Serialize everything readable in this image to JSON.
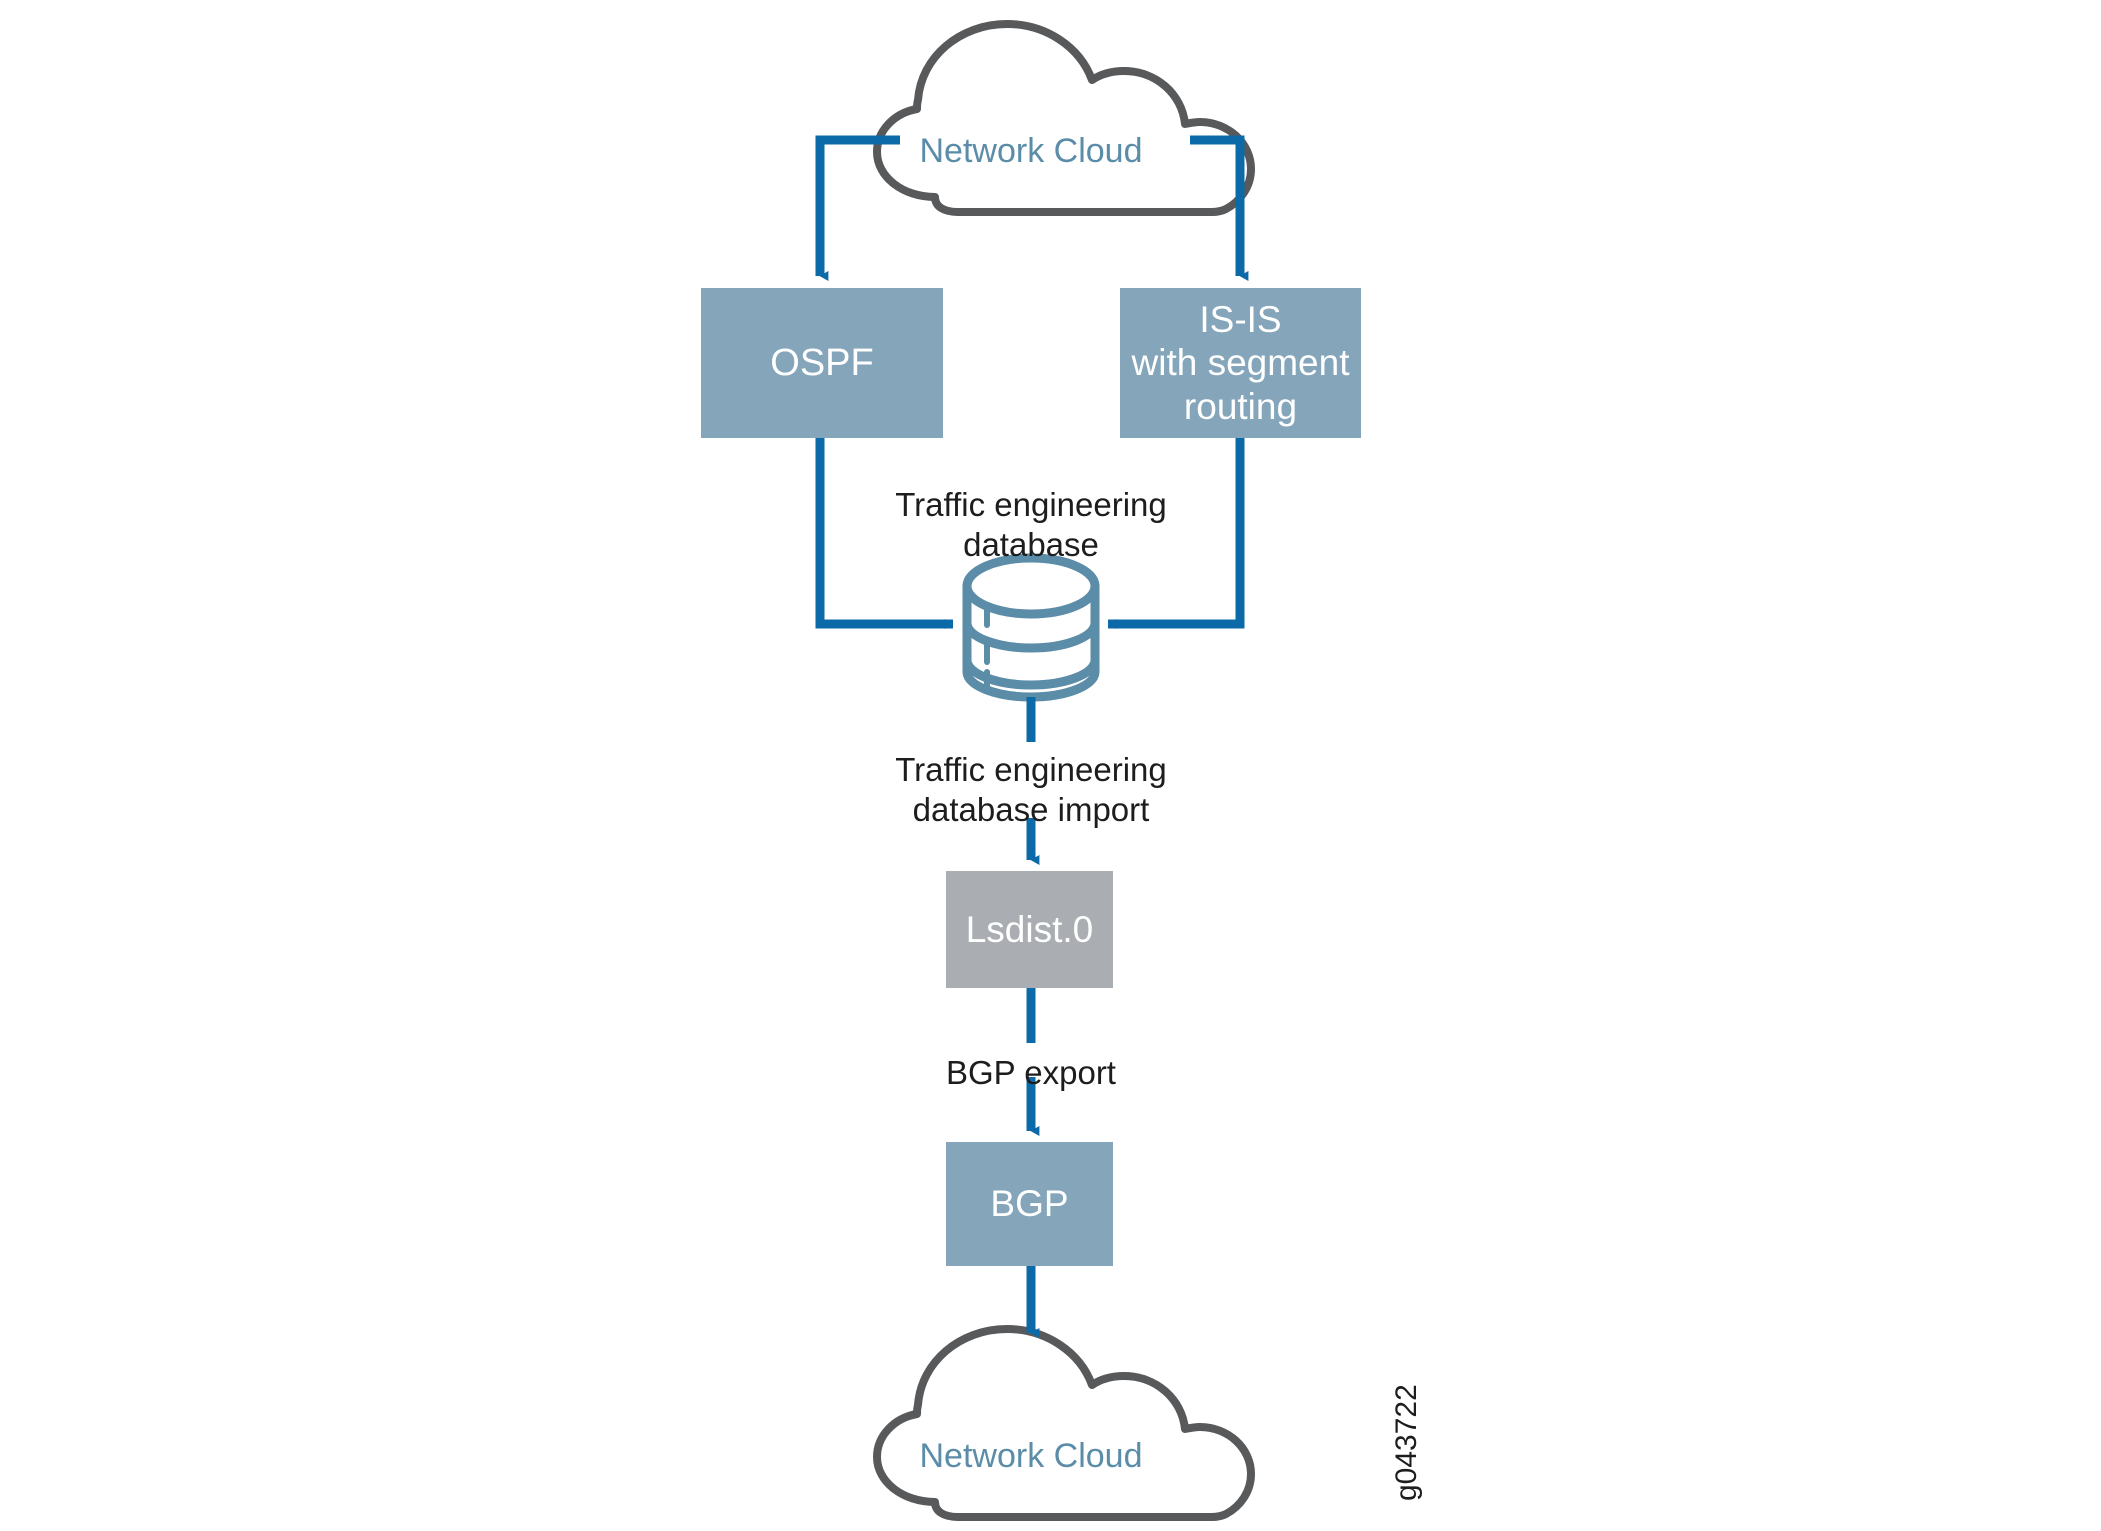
{
  "diagram": {
    "title": "Traffic engineering database export to BGP-LS",
    "figure_id": "g043722",
    "colors": {
      "box_blue": "#84a5ba",
      "box_gray": "#aaaeb3",
      "arrow_blue": "#0d6aa8",
      "cloud_outline": "#58595b",
      "cloud_text": "#5b8ca8",
      "cylinder_stroke": "#5b8ca8",
      "label_text": "#1d1d1d"
    },
    "nodes": {
      "cloud_top": {
        "label": "Network Cloud",
        "shape": "cloud"
      },
      "ospf": {
        "label": "OSPF",
        "shape": "rect",
        "fill": "blue"
      },
      "isis": {
        "label": "IS-IS\nwith segment\nrouting",
        "shape": "rect",
        "fill": "blue"
      },
      "te_database": {
        "label": "Traffic engineering\ndatabase",
        "shape": "cylinder"
      },
      "lsdist": {
        "label": "Lsdist.0",
        "shape": "rect",
        "fill": "gray"
      },
      "bgp": {
        "label": "BGP",
        "shape": "rect",
        "fill": "blue"
      },
      "cloud_bottom": {
        "label": "Network Cloud",
        "shape": "cloud"
      }
    },
    "edges": [
      {
        "from": "cloud_top",
        "to": "ospf",
        "label": ""
      },
      {
        "from": "cloud_top",
        "to": "isis",
        "label": ""
      },
      {
        "from": "ospf",
        "to": "te_database",
        "label": ""
      },
      {
        "from": "isis",
        "to": "te_database",
        "label": ""
      },
      {
        "from": "te_database",
        "to": "lsdist",
        "label": "Traffic engineering\ndatabase import"
      },
      {
        "from": "lsdist",
        "to": "bgp",
        "label": "BGP export"
      },
      {
        "from": "bgp",
        "to": "cloud_bottom",
        "label": ""
      }
    ],
    "edge_labels": {
      "te_database_caption": "Traffic engineering\ndatabase",
      "te_database_import": "Traffic engineering\ndatabase import",
      "bgp_export": "BGP export"
    }
  }
}
